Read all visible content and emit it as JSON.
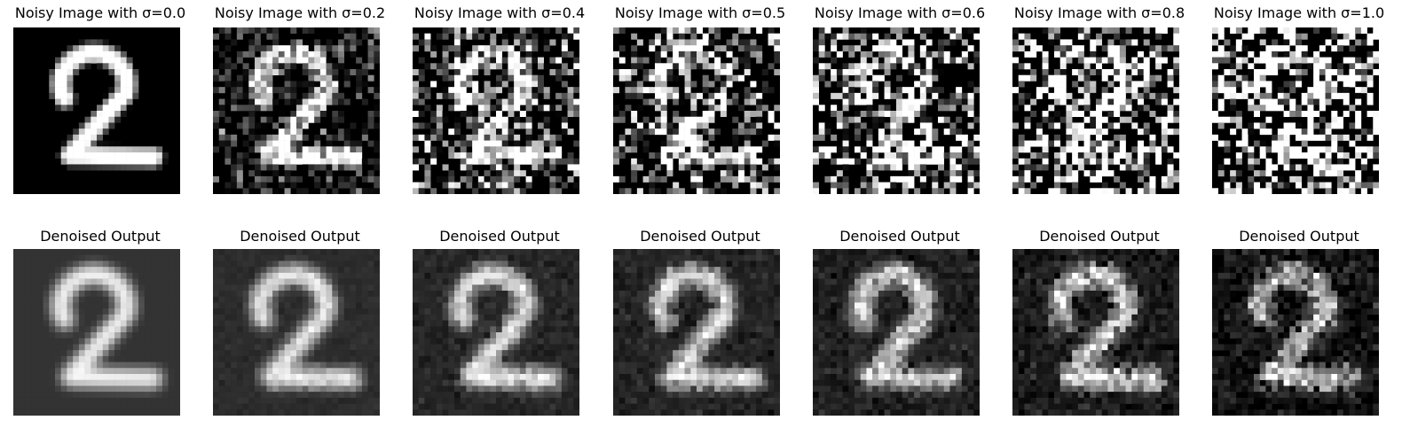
{
  "figure": {
    "noisy_row": [
      {
        "title": "Noisy Image with σ=0.0",
        "sigma": 0.0
      },
      {
        "title": "Noisy Image with σ=0.2",
        "sigma": 0.2
      },
      {
        "title": "Noisy Image with σ=0.4",
        "sigma": 0.4
      },
      {
        "title": "Noisy Image with σ=0.5",
        "sigma": 0.5
      },
      {
        "title": "Noisy Image with σ=0.6",
        "sigma": 0.6
      },
      {
        "title": "Noisy Image with σ=0.8",
        "sigma": 0.8
      },
      {
        "title": "Noisy Image with σ=1.0",
        "sigma": 1.0
      }
    ],
    "denoised_row": [
      {
        "title": "Denoised Output",
        "sigma": 0.0
      },
      {
        "title": "Denoised Output",
        "sigma": 0.2
      },
      {
        "title": "Denoised Output",
        "sigma": 0.4
      },
      {
        "title": "Denoised Output",
        "sigma": 0.5
      },
      {
        "title": "Denoised Output",
        "sigma": 0.6
      },
      {
        "title": "Denoised Output",
        "sigma": 0.8
      },
      {
        "title": "Denoised Output",
        "sigma": 1.0
      }
    ]
  }
}
